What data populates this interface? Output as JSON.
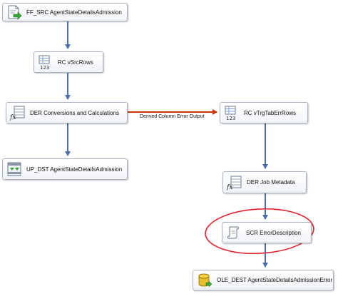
{
  "nodes": {
    "ff_src": {
      "label": "FF_SRC AgentStateDetailsAdmission",
      "icon": "flat-file-source-icon"
    },
    "rc_vsrcrows": {
      "label": "RC vSrcRows",
      "icon": "row-count-icon"
    },
    "der_conversions": {
      "label": "DER Conversions and Calculations",
      "icon": "derived-column-icon"
    },
    "up_dst": {
      "label": "UP_DST AgentStateDetailsAdmission",
      "icon": "upsert-destination-icon"
    },
    "rc_vtrgtaberrrows": {
      "label": "RC vTrgTabErrRows",
      "icon": "row-count-icon"
    },
    "der_job_metadata": {
      "label": "DER Job Metadata",
      "icon": "derived-column-icon"
    },
    "scr_errordescription": {
      "label": "SCR ErrorDescription",
      "icon": "script-component-icon"
    },
    "ole_dest": {
      "label": "OLE_DEST AgentStateDetailsAdmissionError",
      "icon": "ole-db-destination-icon"
    }
  },
  "paths": {
    "error_output_label": "Derived Column Error Output"
  },
  "colors": {
    "data_path": "#4a6ea9",
    "error_path": "#cc3300",
    "highlight_circle": "#e0202a"
  }
}
